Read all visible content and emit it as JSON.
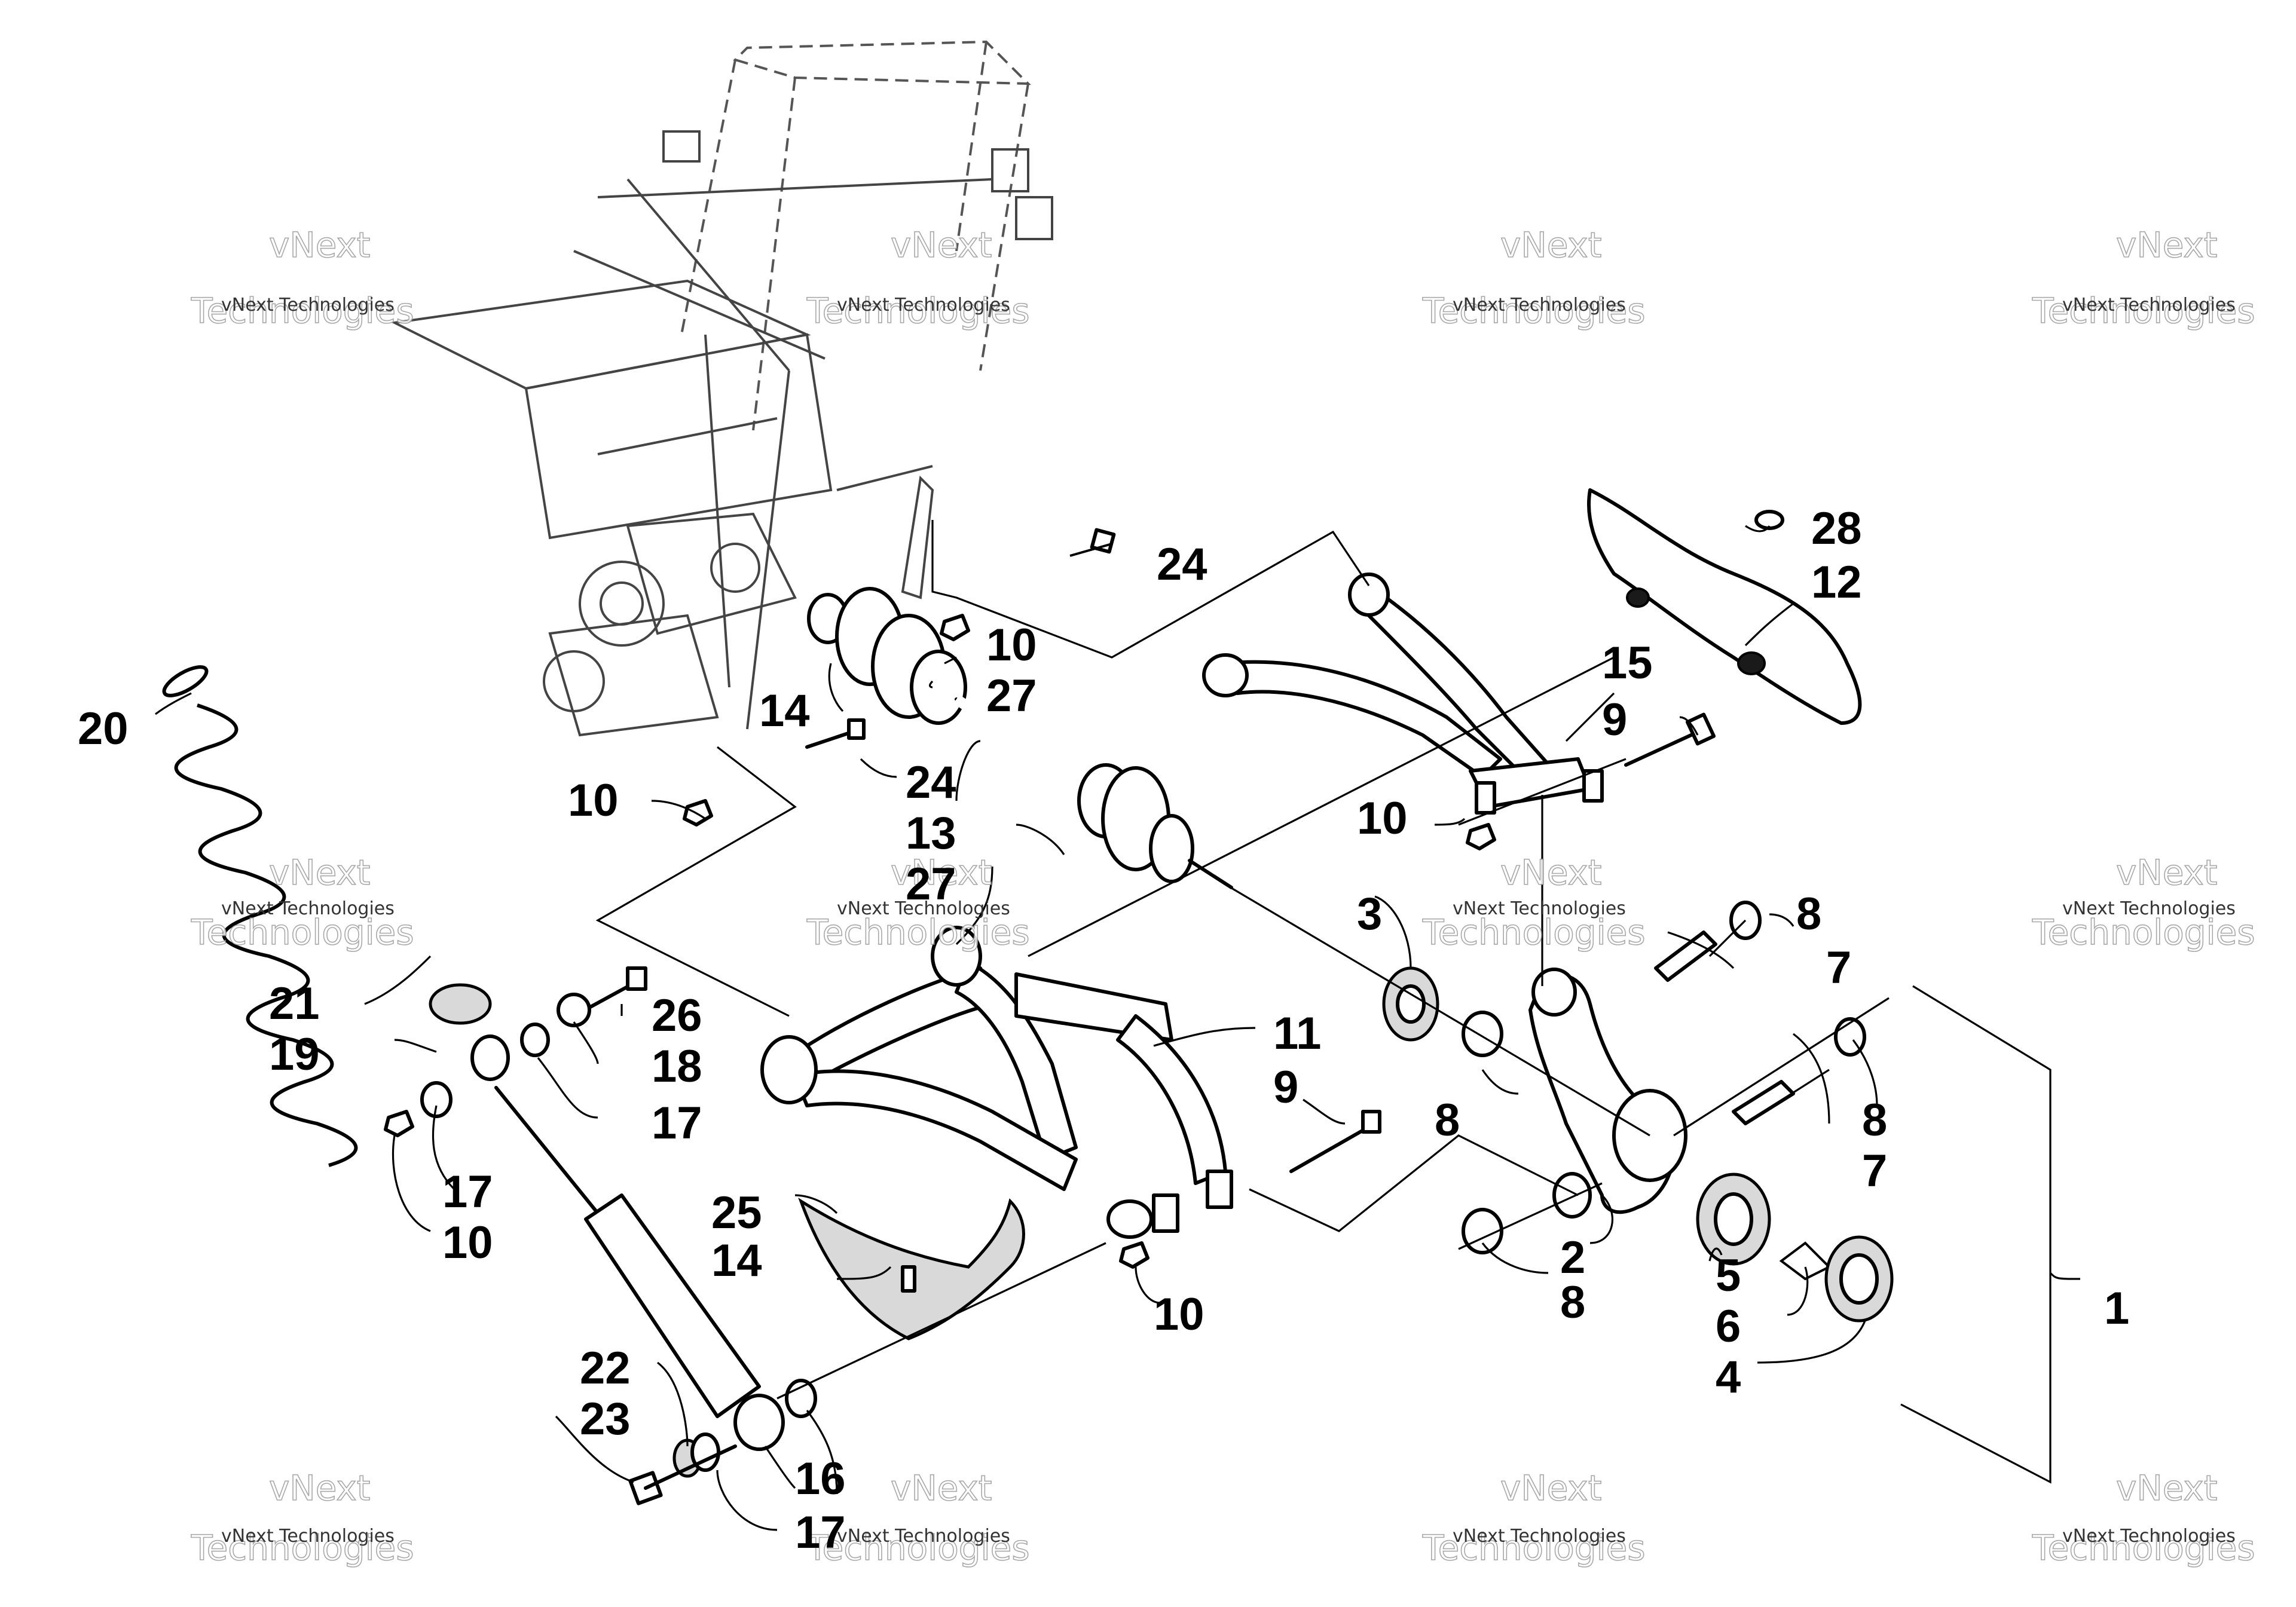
{
  "watermark": {
    "line1": "vNext Technologies",
    "line2a": "vNext",
    "line2b": "Technologies"
  },
  "callouts": {
    "c1": "1",
    "c2": "2",
    "c3": "3",
    "c4": "4",
    "c5": "5",
    "c6": "6",
    "c7a": "7",
    "c7b": "7",
    "c8a": "8",
    "c8b": "8",
    "c8c": "8",
    "c8d": "8",
    "c9a": "9",
    "c9b": "9",
    "c10a": "10",
    "c10b": "10",
    "c10c": "10",
    "c10d": "10",
    "c10e": "10",
    "c11": "11",
    "c12": "12",
    "c13": "13",
    "c14a": "14",
    "c14b": "14",
    "c15": "15",
    "c16": "16",
    "c17a": "17",
    "c17b": "17",
    "c17c": "17",
    "c18": "18",
    "c19": "19",
    "c20": "20",
    "c21": "21",
    "c22": "22",
    "c23": "23",
    "c24a": "24",
    "c24b": "24",
    "c25": "25",
    "c26": "26",
    "c27a": "27",
    "c27b": "27",
    "c28": "28"
  }
}
